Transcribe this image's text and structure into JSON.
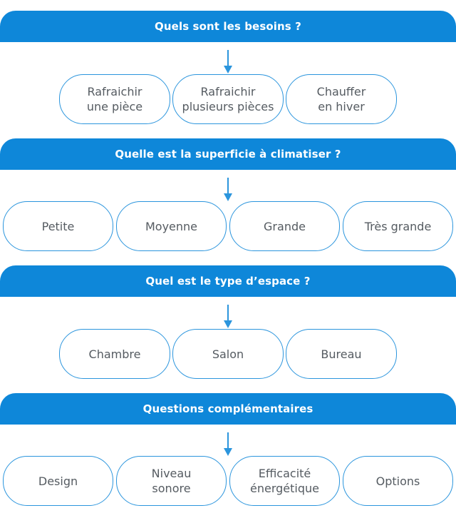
{
  "sections": [
    {
      "title": "Quels sont les besoins ?",
      "options": [
        "Rafraichir\nune pièce",
        "Rafraichir\nplusieurs pièces",
        "Chauffer\nen hiver"
      ]
    },
    {
      "title": "Quelle est la superficie à climatiser ?",
      "options": [
        "Petite",
        "Moyenne",
        "Grande",
        "Très grande"
      ]
    },
    {
      "title": "Quel est le type d’espace ?",
      "options": [
        "Chambre",
        "Salon",
        "Bureau"
      ]
    },
    {
      "title": "Questions complémentaires",
      "options": [
        "Design",
        "Niveau\nsonore",
        "Efficacité\nénergétique",
        "Options"
      ]
    }
  ],
  "colors": {
    "banner": "#0e87d9",
    "pill_border": "#2b95dd",
    "text": "#555b61"
  },
  "icons": {
    "connector": "arrow-down-icon"
  }
}
